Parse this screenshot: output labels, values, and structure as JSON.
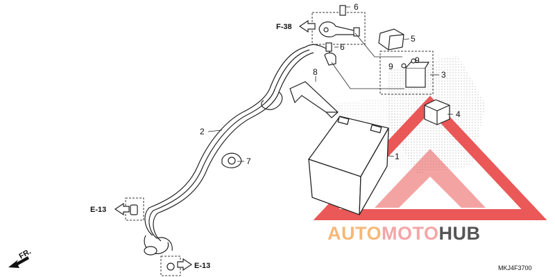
{
  "parts": [
    {
      "num": "1"
    },
    {
      "num": "2"
    },
    {
      "num": "3"
    },
    {
      "num": "4"
    },
    {
      "num": "5"
    },
    {
      "num": "6"
    },
    {
      "num": "6"
    },
    {
      "num": "7"
    },
    {
      "num": "8"
    },
    {
      "num": "9"
    },
    {
      "num": "9"
    }
  ],
  "refs": {
    "f38": "F-38",
    "e13_left": "E-13",
    "e13_bottom": "E-13",
    "fr": "FR."
  },
  "watermark": {
    "part1": "AUTO",
    "part2": "MOTO",
    "part3": "HUB",
    "color1": "#f5b87a",
    "color2": "#f4a6a6",
    "color3": "#555555",
    "logo_color": "#e83b3b"
  },
  "diagram_code": "MKJ4F3700",
  "colors": {
    "line": "#222222",
    "hatch": "#bbbbbb"
  }
}
